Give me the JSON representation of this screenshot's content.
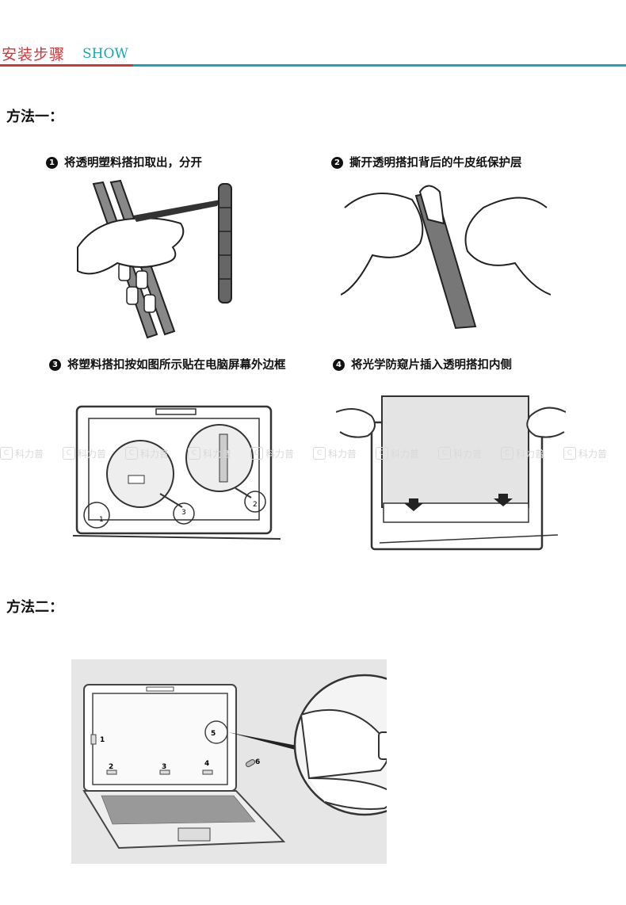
{
  "header": {
    "title_cn": "安装步骤",
    "title_en": "SHOW"
  },
  "method1": {
    "title": "方法一：",
    "steps": [
      {
        "num": "1",
        "text": "将透明塑料搭扣取出，分开"
      },
      {
        "num": "2",
        "text": "撕开透明搭扣背后的牛皮纸保护层"
      },
      {
        "num": "3",
        "text": "将塑料搭扣按如图所示贴在电脑屏幕外边框"
      },
      {
        "num": "4",
        "text": "将光学防窥片插入透明搭扣内侧"
      }
    ],
    "callouts": [
      "1",
      "2",
      "3"
    ]
  },
  "method2": {
    "title": "方法二：",
    "callouts": [
      "1",
      "2",
      "3",
      "4",
      "5",
      "6"
    ]
  },
  "watermark": {
    "text": "科力普",
    "count": 10
  },
  "colors": {
    "accent_red": "#d0363b",
    "accent_teal": "#1aa7b2",
    "panel_gray": "#e6e6e6"
  }
}
